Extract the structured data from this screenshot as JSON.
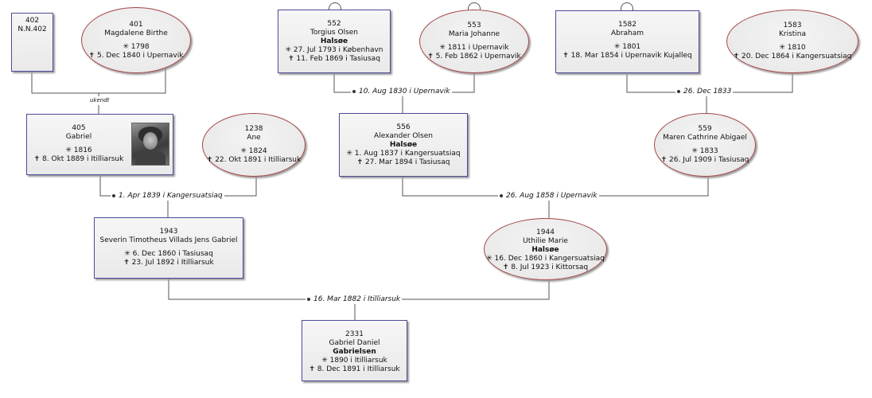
{
  "people": {
    "p402": {
      "id": "402",
      "name": "N.N.402"
    },
    "p401": {
      "id": "401",
      "name": "Magdalene Birthe",
      "birth": "✳ 1798",
      "death": "✝ 5. Dec 1840 i  Upernavik"
    },
    "p552": {
      "id": "552",
      "name": "Torgius Olsen",
      "surname": "Halsøe",
      "birth": "✳ 27. Jul 1793 i  København",
      "death": "✝ 11. Feb 1869 i  Tasiusaq"
    },
    "p553": {
      "id": "553",
      "name": "Maria Johanne",
      "birth": "✳ 1811 i  Upernavik",
      "death": "✝ 5. Feb 1862 i  Upernavik"
    },
    "p1582": {
      "id": "1582",
      "name": "Abraham",
      "birth": "✳ 1801",
      "death": "✝ 18. Mar 1854 i  Upernavik Kujalleq"
    },
    "p1583": {
      "id": "1583",
      "name": "Kristina",
      "birth": "✳ 1810",
      "death": "✝ 20. Dec 1864 i  Kangersuatsiaq"
    },
    "p405": {
      "id": "405",
      "name": "Gabriel",
      "birth": "✳ 1816",
      "death": "✝ 8. Okt 1889 i  Itilliarsuk"
    },
    "p1238": {
      "id": "1238",
      "name": "Ane",
      "birth": "✳ 1824",
      "death": "✝ 22. Okt 1891 i  Itilliarsuk"
    },
    "p556": {
      "id": "556",
      "name": "Alexander Olsen",
      "surname": "Halsøe",
      "birth": "✳ 1. Aug 1837 i  Kangersuatsiaq",
      "death": "✝ 27. Mar 1894 i  Tasiusaq"
    },
    "p559": {
      "id": "559",
      "name": "Maren Cathrine Abigael",
      "birth": "✳ 1833",
      "death": "✝ 26. Jul 1909 i  Tasiusaq"
    },
    "p1943": {
      "id": "1943",
      "name": "Severin Timotheus Villads Jens Gabriel",
      "birth": "✳ 6. Dec 1860 i  Tasiusaq",
      "death": "✝ 23. Jul 1892 i  Itilliarsuk"
    },
    "p1944": {
      "id": "1944",
      "name": "Uthilie Marie",
      "surname": "Halsøe",
      "birth": "✳ 16. Dec 1860 i  Kangersuatsiaq",
      "death": "✝ 8. Jul 1923 i  Kittorsaq"
    },
    "p2331": {
      "id": "2331",
      "name": "Gabriel Daniel",
      "surname": "Gabrielsen",
      "birth": "✳ 1890 i  Itilliarsuk",
      "death": "✝ 8. Dec 1891 i  Itilliarsuk"
    }
  },
  "marriages": {
    "m1": "ukendt",
    "m2": "10. Aug 1830 i  Upernavik",
    "m3": "26. Dec 1833",
    "m4": "1. Apr 1839 i  Kangersuatsiaq",
    "m5": "26. Aug 1858 i  Upernavik",
    "m6": "16. Mar 1882 i  Itilliarsuk"
  },
  "colors": {
    "male_border": "#4b4b9a",
    "female_border": "#a64646",
    "line": "#555555"
  }
}
